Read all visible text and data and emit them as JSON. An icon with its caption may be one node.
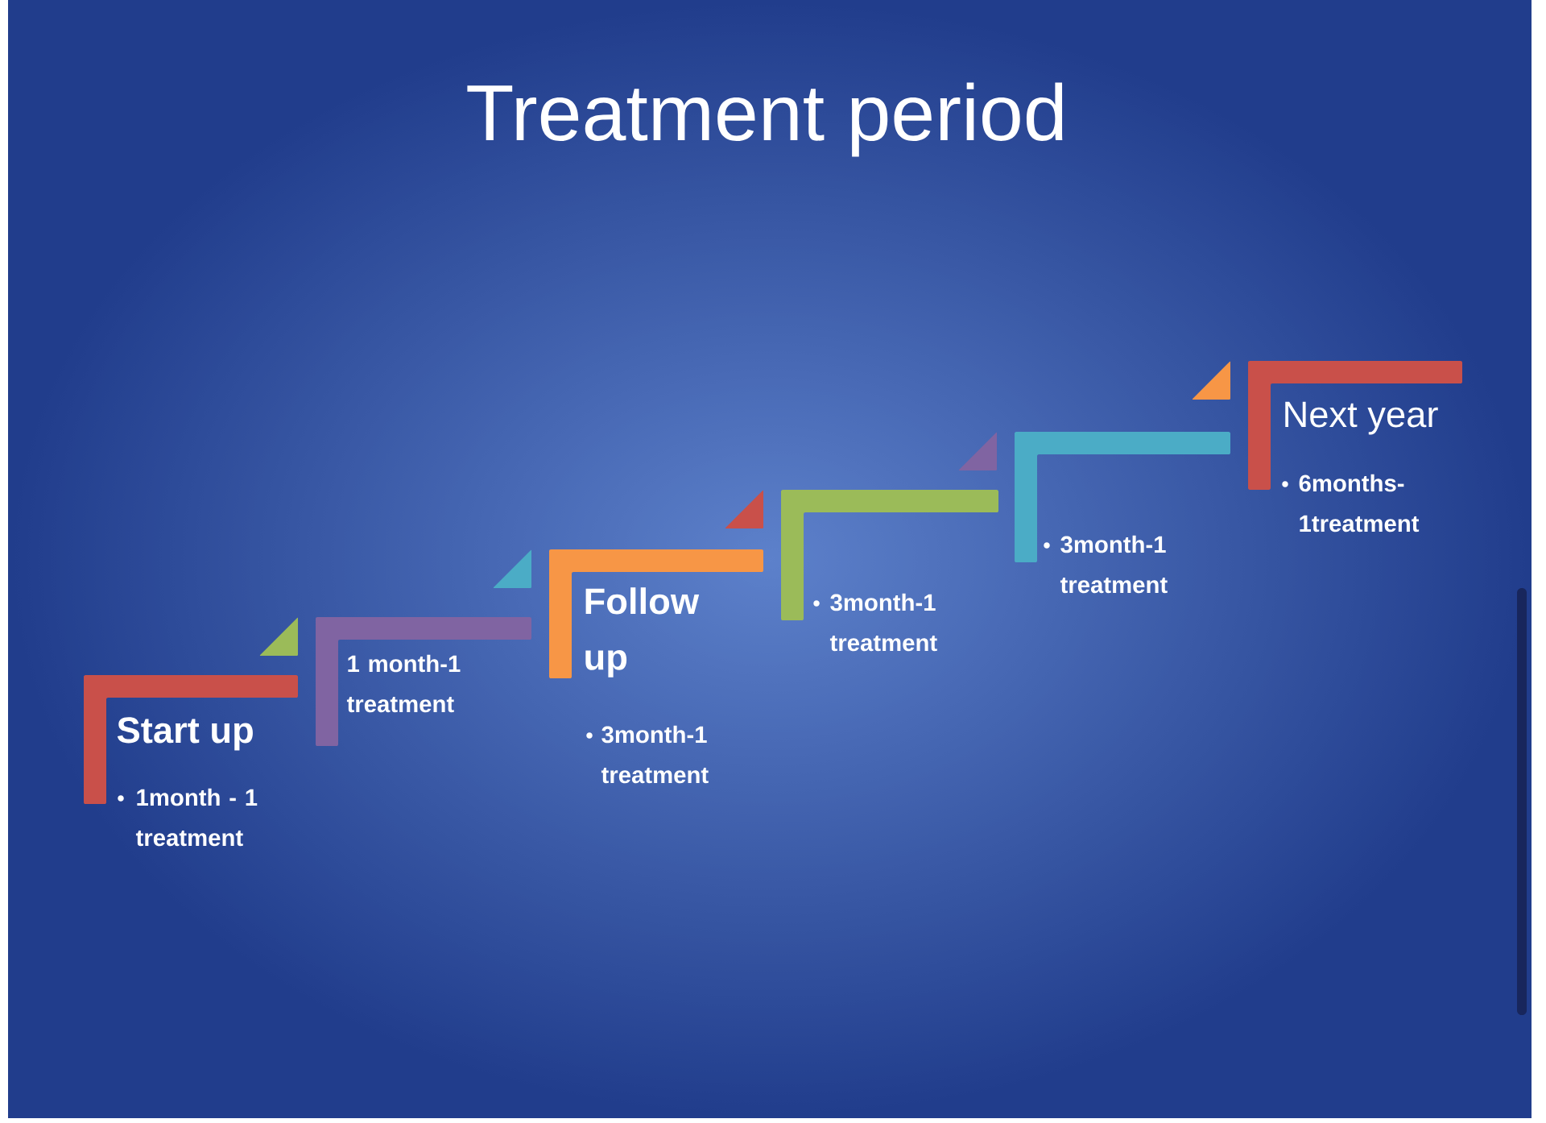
{
  "diagram": {
    "title": "Treatment period",
    "nodes": [
      {
        "text": [
          "Start up",
          "1month - 1 treatment"
        ]
      },
      {
        "text": [
          "1 month-1 treatment"
        ]
      },
      {
        "text": [
          "Follow up",
          "3month-1 treatment"
        ]
      },
      {
        "text": [
          "3month-1 treatment"
        ]
      },
      {
        "text": [
          "3month-1 treatment"
        ]
      },
      {
        "text": [
          "Next year",
          "6months- 1treatment"
        ]
      }
    ]
  }
}
